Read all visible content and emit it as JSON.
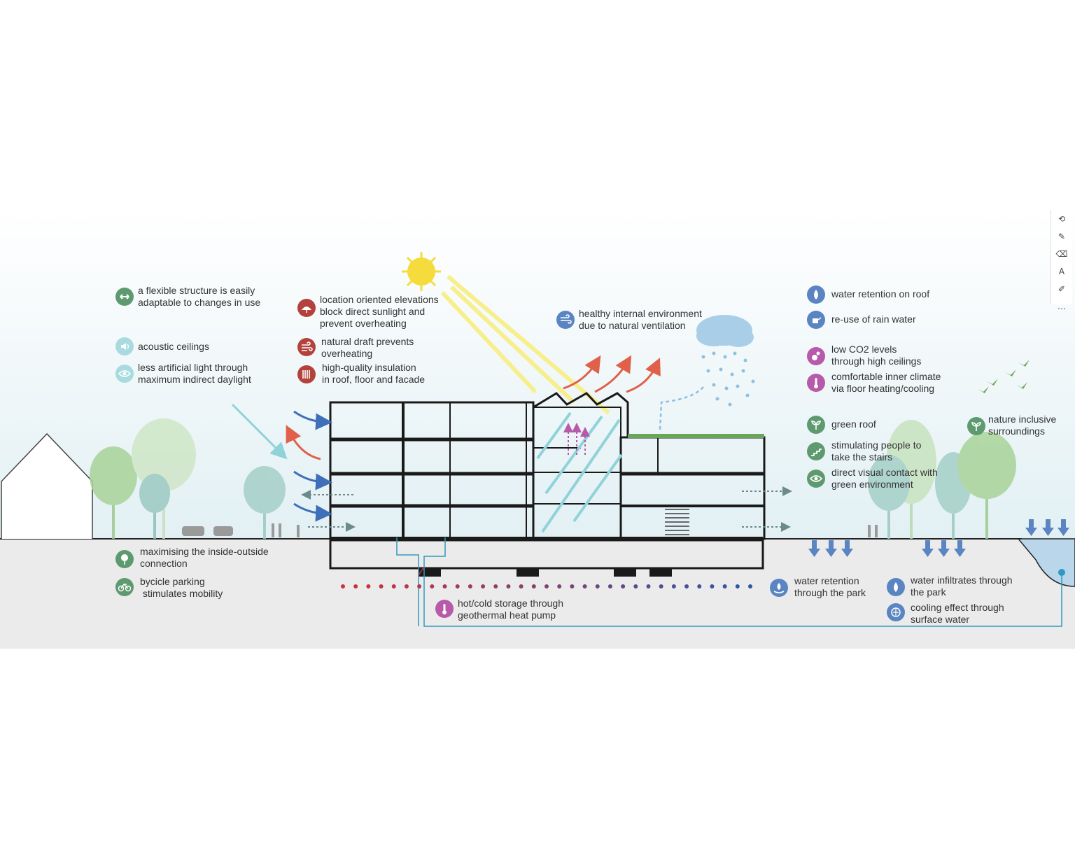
{
  "labels": {
    "flexible": [
      "a flexible structure is easily",
      "adaptable to changes in use"
    ],
    "acoustic": [
      "acoustic ceilings"
    ],
    "daylight": [
      "less artificial light through",
      "maximum indirect daylight"
    ],
    "elevations": [
      "location oriented elevations",
      "block direct sunlight and",
      "prevent overheating"
    ],
    "draft": [
      "natural draft prevents",
      "overheating"
    ],
    "insulation": [
      "high-quality insulation",
      "in roof, floor and facade"
    ],
    "ventilation": [
      "healthy internal environment",
      "due to natural ventilation"
    ],
    "water_roof": [
      "water retention on roof"
    ],
    "rain_reuse": [
      "re-use of rain water"
    ],
    "co2": [
      "low CO2 levels",
      "through high ceilings"
    ],
    "climate": [
      "comfortable inner climate",
      "via floor heating/cooling"
    ],
    "green_roof": [
      "green roof"
    ],
    "stairs": [
      "stimulating people to",
      "take the stairs"
    ],
    "visual": [
      "direct visual contact with",
      "green environment"
    ],
    "nature": [
      "nature inclusive",
      "surroundings"
    ],
    "inside_outside": [
      "maximising the inside-outside",
      "connection"
    ],
    "bicycle": [
      "bycicle parking",
      " stimulates mobility"
    ],
    "geothermal": [
      "hot/cold storage through",
      "geothermal heat pump"
    ],
    "water_park": [
      "water retention",
      "through the park"
    ],
    "infiltrate": [
      "water infiltrates through",
      "the park"
    ],
    "cooling": [
      "cooling effect through",
      "surface water"
    ]
  },
  "icons": {
    "flexible": {
      "name": "flexible-structure-icon",
      "color": "#5e9a6f"
    },
    "acoustic": {
      "name": "speaker-icon",
      "color": "#a8dbe0"
    },
    "daylight": {
      "name": "eye-icon",
      "color": "#a8dbe0"
    },
    "elevations": {
      "name": "sun-shade-icon",
      "color": "#b3423d"
    },
    "draft": {
      "name": "wind-icon",
      "color": "#b3423d"
    },
    "insulation": {
      "name": "insulation-icon",
      "color": "#b3423d"
    },
    "ventilation": {
      "name": "ventilation-icon",
      "color": "#5a85c2"
    },
    "water_roof": {
      "name": "water-drop-icon",
      "color": "#5a85c2"
    },
    "rain_reuse": {
      "name": "watering-can-icon",
      "color": "#5a85c2"
    },
    "co2": {
      "name": "co2-bubbles-icon",
      "color": "#b65aa9"
    },
    "climate": {
      "name": "thermometer-icon",
      "color": "#b65aa9"
    },
    "green_roof": {
      "name": "plant-icon",
      "color": "#5e9a6f"
    },
    "stairs": {
      "name": "stairs-icon",
      "color": "#5e9a6f"
    },
    "visual": {
      "name": "eye-icon",
      "color": "#5e9a6f"
    },
    "nature": {
      "name": "plant-icon",
      "color": "#5e9a6f"
    },
    "inside_outside": {
      "name": "tree-eye-icon",
      "color": "#5e9a6f"
    },
    "bicycle": {
      "name": "bicycle-icon",
      "color": "#5e9a6f"
    },
    "geothermal": {
      "name": "thermometer-icon",
      "color": "#b65aa9"
    },
    "water_park": {
      "name": "hand-water-drop-icon",
      "color": "#5a85c2"
    },
    "infiltrate": {
      "name": "water-drop-icon",
      "color": "#5a85c2"
    },
    "cooling": {
      "name": "cooling-drop-icon",
      "color": "#5a85c2"
    }
  },
  "colors": {
    "sky_top": "#ffffff",
    "sky_bottom": "#e2f0f4",
    "ground": "#ebebeb",
    "building": "#1a1a1a",
    "sun": "#f5dc3c",
    "sun_ray": "#f7ee8c",
    "heat_arrow": "#e0604a",
    "cool_arrow": "#3f6fb8",
    "light_arrow": "#8fd3d9",
    "tree_green": "#a9d39a",
    "tree_teal": "#9cc9c2",
    "water": "#b9d6ea",
    "hot_dot": "#d0303a",
    "cold_dot": "#2f55a8",
    "pipe_blue": "#2f9ac0",
    "pipe_red": "#d0303a",
    "green_roof": "#6aa65a",
    "cloud": "#a9cfe8"
  },
  "toolbar": {
    "items": [
      {
        "name": "lasso-tool-icon",
        "glyph": "⟲"
      },
      {
        "name": "pen-tool-icon",
        "glyph": "✎"
      },
      {
        "name": "eraser-tool-icon",
        "glyph": "⌫"
      },
      {
        "name": "text-tool-icon",
        "glyph": "A"
      },
      {
        "name": "highlighter-tool-icon",
        "glyph": "✐"
      },
      {
        "name": "more-tools-icon",
        "glyph": "…"
      }
    ]
  }
}
